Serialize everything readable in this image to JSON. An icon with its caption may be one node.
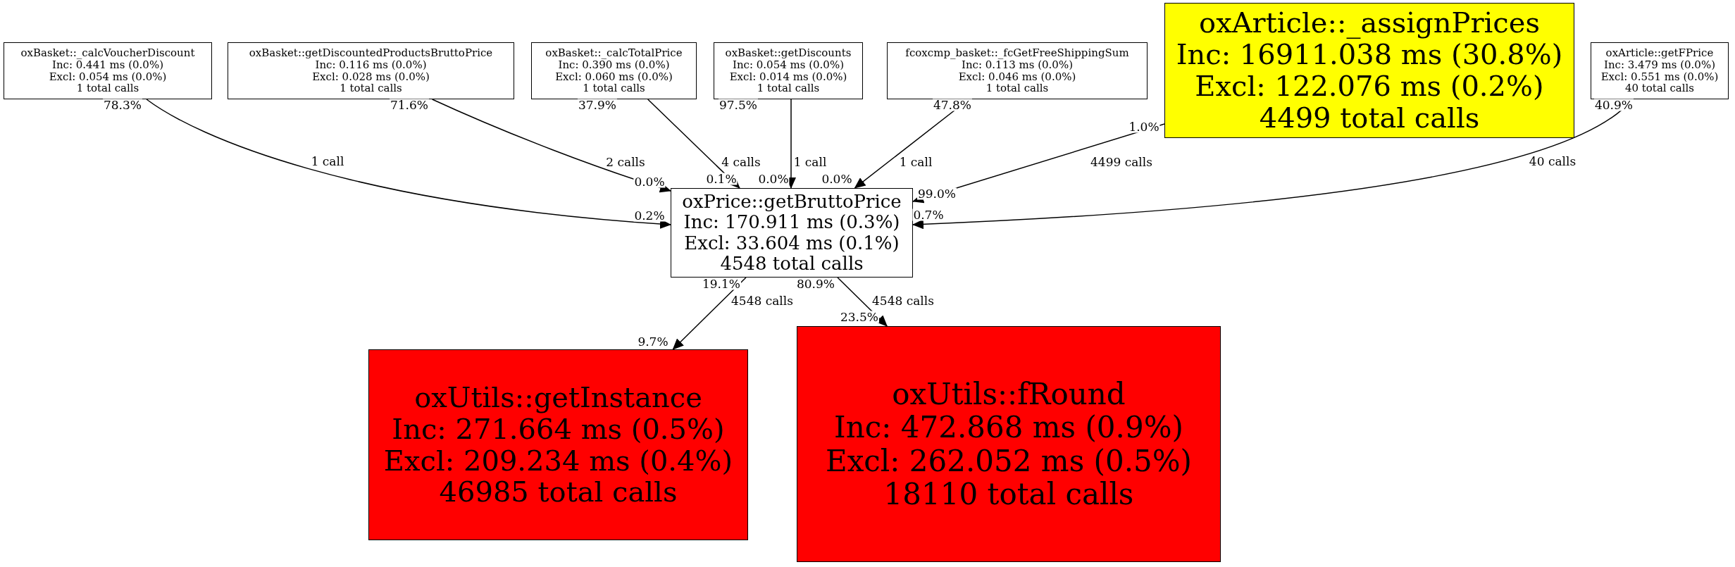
{
  "diagram": {
    "nodes": [
      {
        "text": [
          "oxBasket::_calcVoucherDiscount",
          "Inc: 0.441 ms (0.0%)",
          "Excl: 0.054 ms (0.0%)",
          "1 total calls"
        ]
      },
      {
        "text": [
          "oxBasket::getDiscountedProductsBruttoPrice",
          "Inc: 0.116 ms (0.0%)",
          "Excl: 0.028 ms (0.0%)",
          "1 total calls"
        ]
      },
      {
        "text": [
          "oxBasket::_calcTotalPrice",
          "Inc: 0.390 ms (0.0%)",
          "Excl: 0.060 ms (0.0%)",
          "1 total calls"
        ]
      },
      {
        "text": [
          "oxBasket::getDiscounts",
          "Inc: 0.054 ms (0.0%)",
          "Excl: 0.014 ms (0.0%)",
          "1 total calls"
        ]
      },
      {
        "text": [
          "fcoxcmp_basket::_fcGetFreeShippingSum",
          "Inc: 0.113 ms (0.0%)",
          "Excl: 0.046 ms (0.0%)",
          "1 total calls"
        ]
      },
      {
        "text": [
          "oxArticle::_assignPrices",
          "Inc: 16911.038 ms (30.8%)",
          "Excl: 122.076 ms (0.2%)",
          "4499 total calls"
        ]
      },
      {
        "text": [
          "oxArticle::getFPrice",
          "Inc: 3.479 ms (0.0%)",
          "Excl: 0.551 ms (0.0%)",
          "40 total calls"
        ]
      },
      {
        "text": [
          "oxPrice::getBruttoPrice",
          "Inc: 170.911 ms (0.3%)",
          "Excl: 33.604 ms (0.1%)",
          "4548 total calls"
        ]
      },
      {
        "text": [
          "oxUtils::getInstance",
          "Inc: 271.664 ms (0.5%)",
          "Excl: 209.234 ms (0.4%)",
          "46985 total calls"
        ]
      },
      {
        "text": [
          "oxUtils::fRound",
          "Inc: 472.868 ms (0.9%)",
          "Excl: 262.052 ms (0.5%)",
          "18110 total calls"
        ]
      }
    ],
    "edges": [
      {
        "from": 0,
        "to": 7,
        "arrow": "to",
        "label": "1 call"
      },
      {
        "from": 1,
        "to": 7,
        "arrow": "to",
        "label": "2 calls"
      },
      {
        "from": 2,
        "to": 7,
        "arrow": "to",
        "label": "4 calls"
      },
      {
        "from": 3,
        "to": 7,
        "arrow": "to",
        "label": "1 call"
      },
      {
        "from": 4,
        "to": 7,
        "arrow": "to",
        "label": "1 call"
      },
      {
        "from": 5,
        "to": 7,
        "arrow": "to",
        "label": "4499 calls"
      },
      {
        "from": 6,
        "to": 7,
        "arrow": "to",
        "label": "40 calls"
      },
      {
        "from": 7,
        "to": 8,
        "arrow": "to",
        "label": "4548 calls"
      },
      {
        "from": 7,
        "to": 9,
        "arrow": "to",
        "label": "4548 calls"
      }
    ],
    "labels": [
      "78.3%",
      "71.6%",
      "37.9%",
      "97.5%",
      "47.8%",
      "1.0%",
      "40.9%",
      "0.0%",
      "0.1%",
      "0.0%",
      "0.0%",
      "99.0%",
      "0.2%",
      "0.7%",
      "19.1%",
      "80.9%",
      "23.5%",
      "9.7%"
    ]
  }
}
